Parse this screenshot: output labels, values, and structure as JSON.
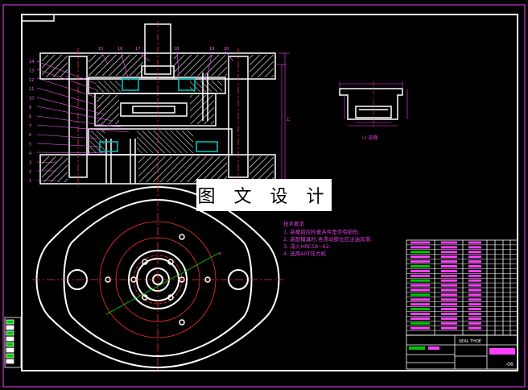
{
  "watermark": "图 文 设 计",
  "notes": {
    "title": "技术要求",
    "items": [
      "1. 装模前应检查各件是否有损伤;",
      "2. 装配模具时,各滑动部位应注油润滑;",
      "3. 淬火HRC58~62;",
      "4. 选用40T压力机"
    ]
  },
  "section_label": "I-I 剖面",
  "title_block": {
    "scale": "SEAL THOE",
    "sheet": "-06"
  },
  "part_numbers_left": [
    "14",
    "13",
    "12",
    "11",
    "10",
    "9",
    "8",
    "7",
    "6",
    "5",
    "4",
    "3",
    "2",
    "1"
  ],
  "part_numbers_top": [
    "15",
    "16",
    "17",
    "18",
    "19",
    "20"
  ],
  "colors": {
    "frame": "#ffffff",
    "centerline": "#ff3030",
    "dimension": "#ff40ff",
    "hatch": "#ffffff",
    "highlight": "#00c8c8",
    "leader": "#ff60ff"
  }
}
